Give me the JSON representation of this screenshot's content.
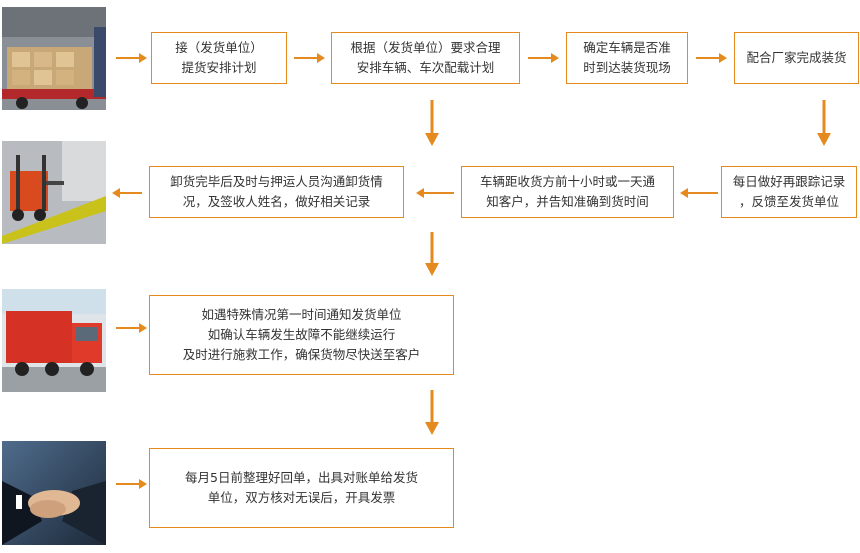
{
  "colors": {
    "accent": "#e58a1f",
    "text": "#333333"
  },
  "steps": {
    "s1": [
      "接（发货单位）",
      "提货安排计划"
    ],
    "s2": [
      "根据（发货单位）要求合理",
      "安排车辆、车次配载计划"
    ],
    "s3": [
      "确定车辆是否准",
      "时到达装货现场"
    ],
    "s4": [
      "配合厂家完成装货"
    ],
    "s5": [
      "每日做好再跟踪记录",
      "，反馈至发货单位"
    ],
    "s6": [
      "车辆距收货方前十小时或一天通",
      "知客户，并告知准确到货时间"
    ],
    "s7": [
      "卸货完毕后及时与押运人员沟通卸货情",
      "况，及签收人姓名，做好相关记录"
    ],
    "s8": [
      "如遇特殊情况第一时间通知发货单位",
      "如确认车辆发生故障不能继续运行",
      "及时进行施救工作，确保货物尽快送至客户"
    ],
    "s9": [
      "每月5日前整理好回单，出具对账单给发货",
      "单位，双方核对无误后，开具发票"
    ]
  },
  "photos": [
    "truck-loading-photo",
    "forklift-unloading-photo",
    "red-truck-photo",
    "handshake-photo"
  ]
}
